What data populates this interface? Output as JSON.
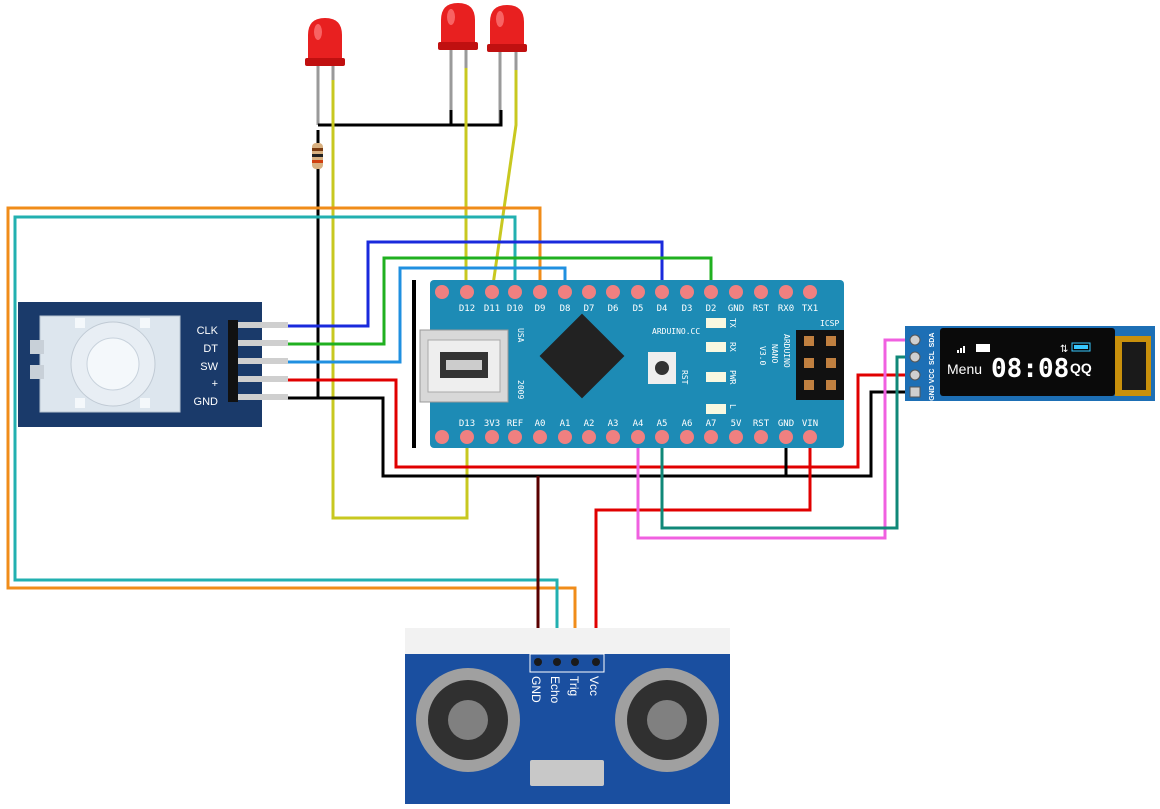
{
  "nano": {
    "top_pins": [
      "D12",
      "D11",
      "D10",
      "D9",
      "D8",
      "D7",
      "D6",
      "D5",
      "D4",
      "D3",
      "D2",
      "GND",
      "RST",
      "RX0",
      "TX1"
    ],
    "bottom_pins": [
      "D13",
      "3V3",
      "REF",
      "A0",
      "A1",
      "A2",
      "A3",
      "A4",
      "A5",
      "A6",
      "A7",
      "5V",
      "RST",
      "GND",
      "VIN"
    ],
    "brand": "ARDUINO.CC",
    "model_line1": "ARDUINO",
    "model_line2": "NANO",
    "model_line3": "V3.0",
    "usa": "USA",
    "year": "2009",
    "icsp": "ICSP",
    "rst": "RST",
    "tx": "TX",
    "rx": "RX",
    "pwr": "PWR",
    "led_l": "L"
  },
  "encoder": {
    "pins": [
      "CLK",
      "DT",
      "SW",
      "+",
      "GND"
    ]
  },
  "oled": {
    "pins": [
      "SDA",
      "SCL",
      "VCC",
      "GND"
    ],
    "menu": "Menu",
    "time": "08:08",
    "qq": "QQ"
  },
  "ultrasonic": {
    "pins": [
      "GND",
      "Echo",
      "Trig",
      "Vcc"
    ]
  },
  "colors": {
    "wire_black": "#000000",
    "wire_red": "#e00000",
    "wire_yellow": "#c8c820",
    "wire_orange": "#f08c1a",
    "wire_cyan": "#22b0b0",
    "wire_blue": "#1a2adc",
    "wire_green": "#20b020",
    "wire_lightblue": "#2090e0",
    "wire_magenta": "#f060e0",
    "wire_teal": "#108878",
    "wire_darkred": "#5a0000",
    "board_blue": "#1d8bb5",
    "module_navy": "#1a3a6a",
    "led_red": "#e82020"
  }
}
